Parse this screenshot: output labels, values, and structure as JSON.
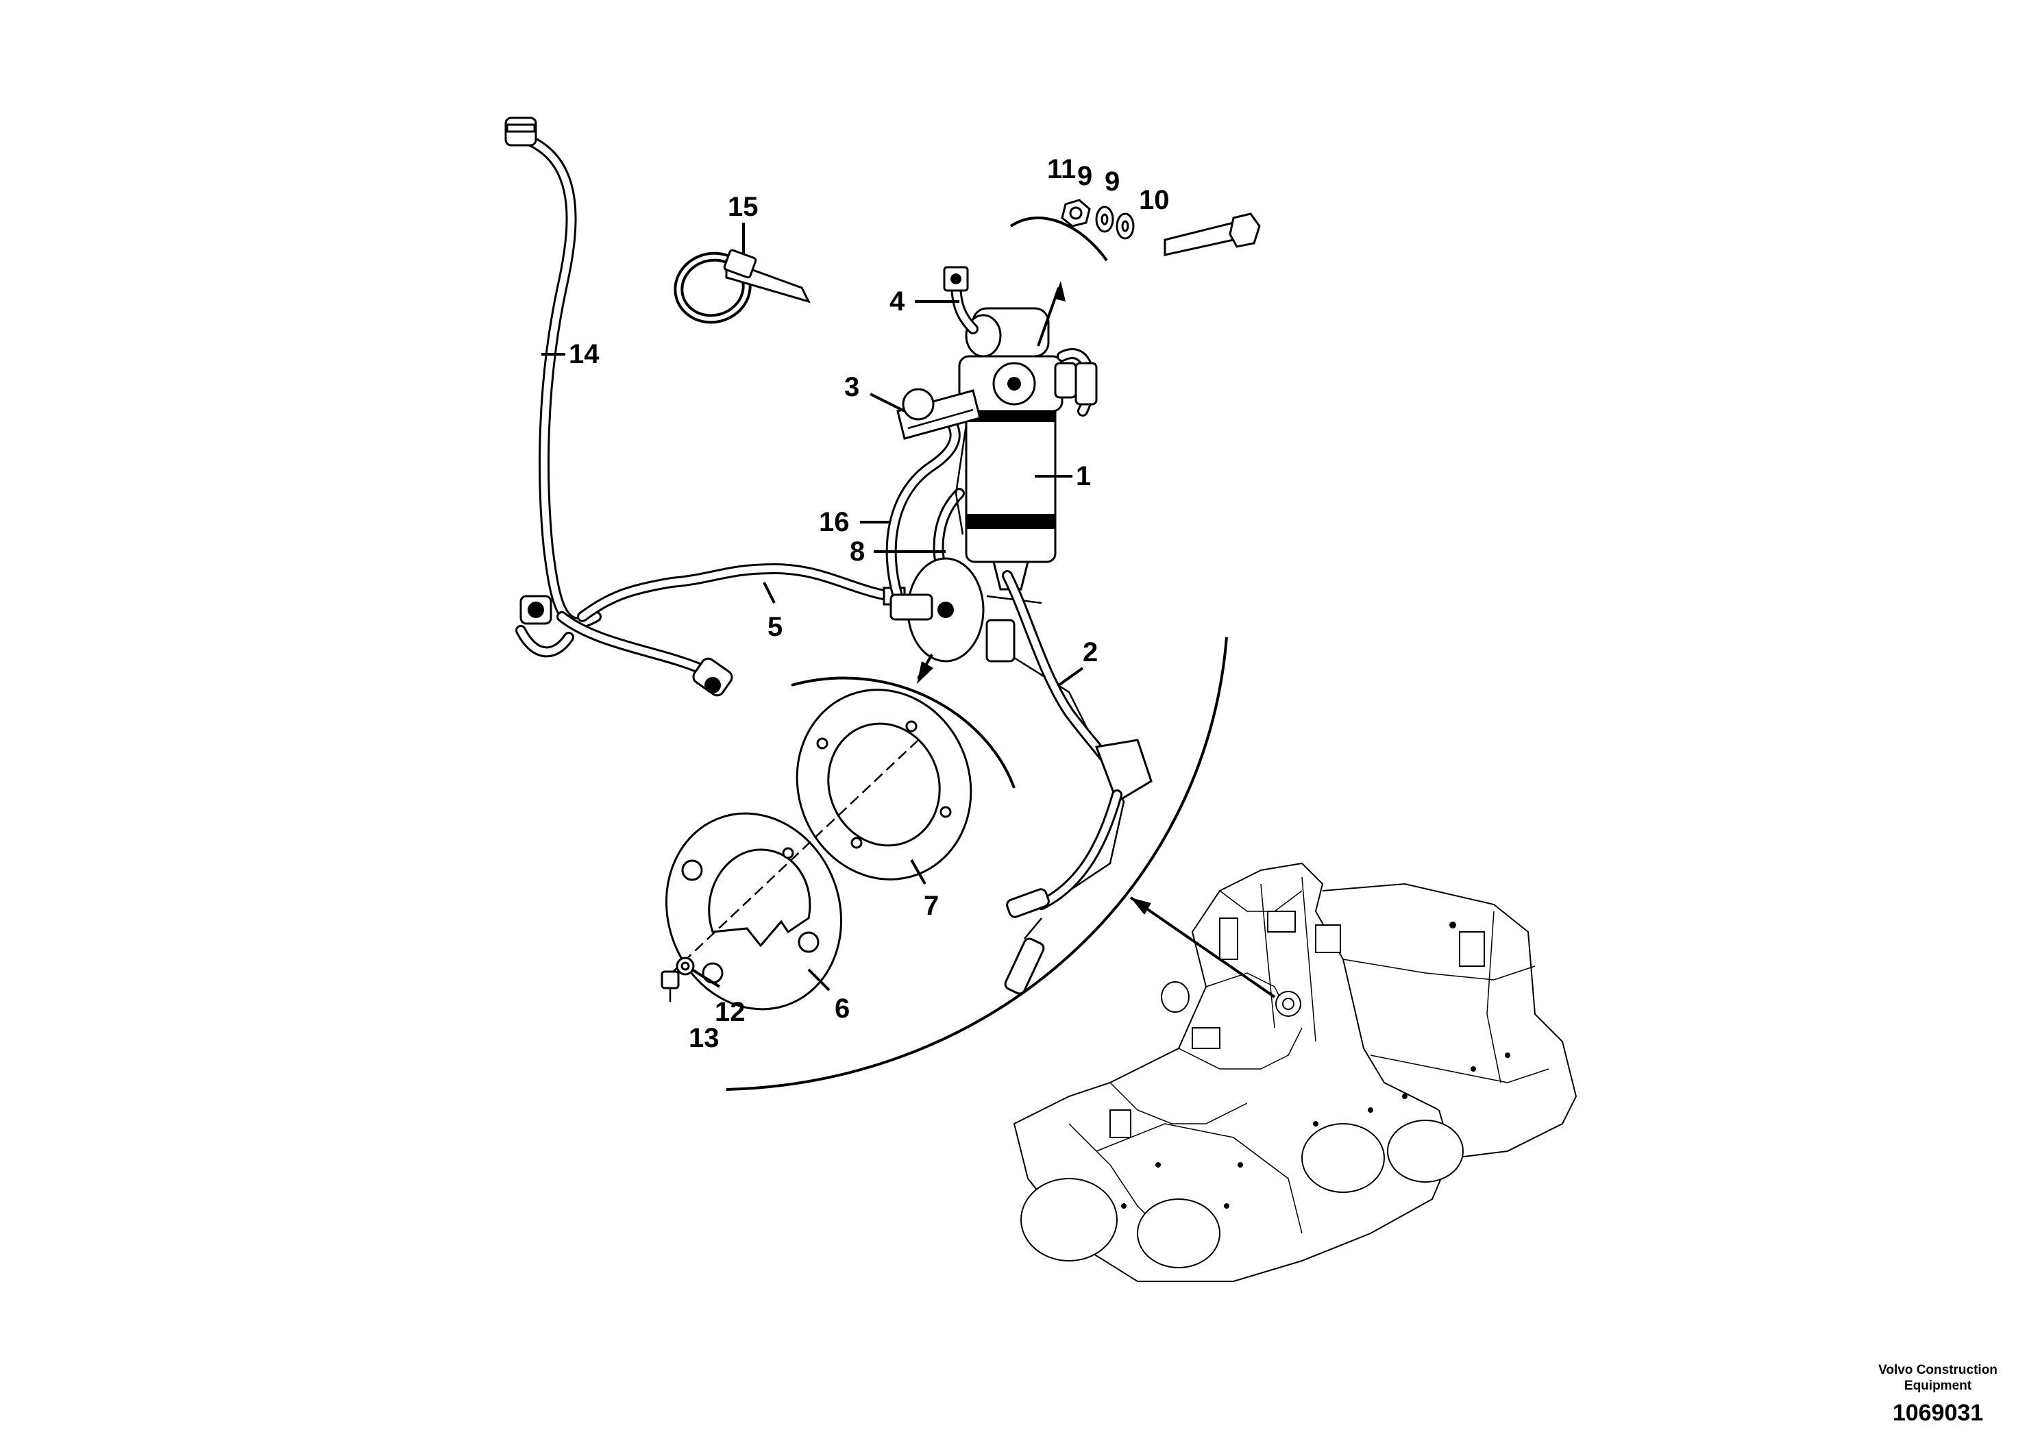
{
  "callouts": {
    "c1": "1",
    "c2": "2",
    "c3": "3",
    "c4": "4",
    "c5": "5",
    "c6": "6",
    "c7": "7",
    "c8": "8",
    "c9a": "9",
    "c9b": "9",
    "c10": "10",
    "c11": "11",
    "c12": "12",
    "c13": "13",
    "c14": "14",
    "c15": "15",
    "c16": "16"
  },
  "footer": {
    "company_line1": "Volvo Construction",
    "company_line2": "Equipment",
    "drawing_number": "1069031"
  }
}
